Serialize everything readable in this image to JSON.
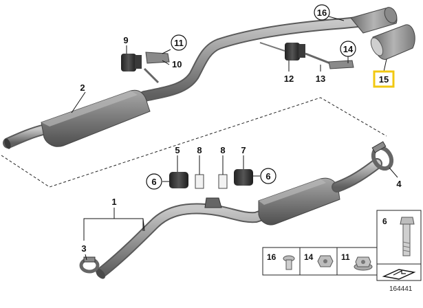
{
  "diagram": {
    "callouts": {
      "c1": "1",
      "c2": "2",
      "c3": "3",
      "c4": "4",
      "c5": "5",
      "c6a": "6",
      "c6b": "6",
      "c7": "7",
      "c8a": "8",
      "c8b": "8",
      "c9": "9",
      "c10": "10",
      "c11": "11",
      "c12": "12",
      "c13": "13",
      "c14": "14",
      "c15": "15",
      "c16": "16"
    },
    "highlight_color": "#f2c811",
    "legend": {
      "item16": "16",
      "item14": "14",
      "item11": "11",
      "item6": "6"
    },
    "footer_code": "164441"
  }
}
